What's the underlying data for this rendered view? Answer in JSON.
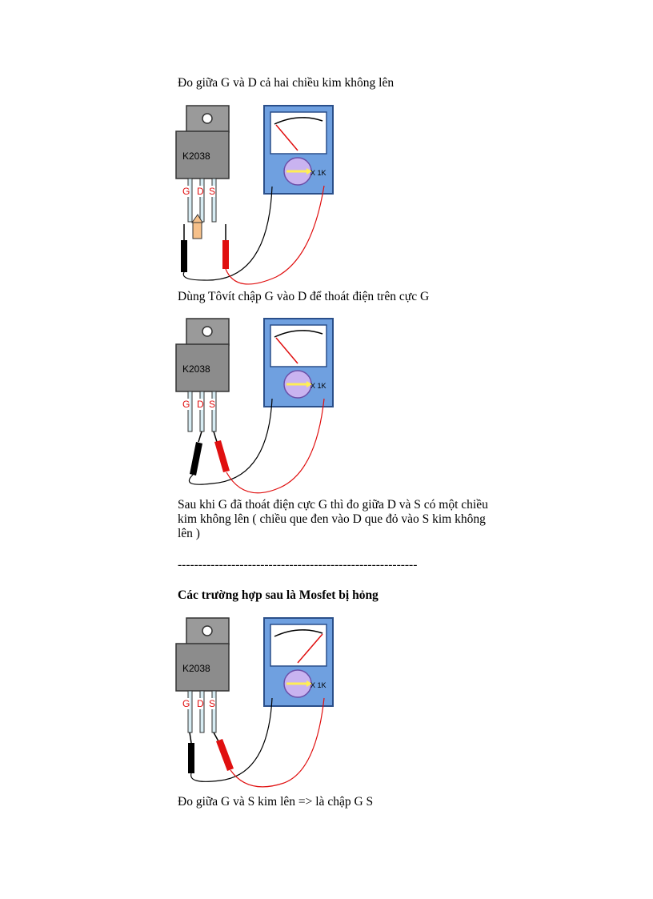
{
  "paragraphs": {
    "caption_1": "Đo giữa G và D cả hai chiều kim không lên",
    "caption_2": "Dùng Tôvít chập G vào D để thoát điện trên cực G",
    "caption_3_line1": "Sau khi G đã thoát điện cực G thì đo giữa D và S có một chiều",
    "caption_3_line2": "kim không lên ( chiều que đen vào D que đỏ vào S kim không",
    "caption_3_line3": "lên )",
    "divider": "----------------------------------------------------------",
    "section_heading": "Các trường hợp sau là Mosfet bị hỏng",
    "caption_4": "Đo giữa G và S kim lên  => là chập G S"
  },
  "figures": {
    "part_number": "K2038",
    "pin_g": "G",
    "pin_d": "D",
    "pin_s": "S",
    "range_label": "X 1K"
  },
  "colors": {
    "meter_body": "#6fa0e0",
    "meter_face": "#ffffff",
    "knob": "#c9b3f0",
    "transistor_body": "#8c8c8c",
    "lead_fill": "#d7ecf3",
    "probe_red": "#e01010",
    "probe_black": "#000000",
    "screwdriver": "#f6c08a"
  }
}
